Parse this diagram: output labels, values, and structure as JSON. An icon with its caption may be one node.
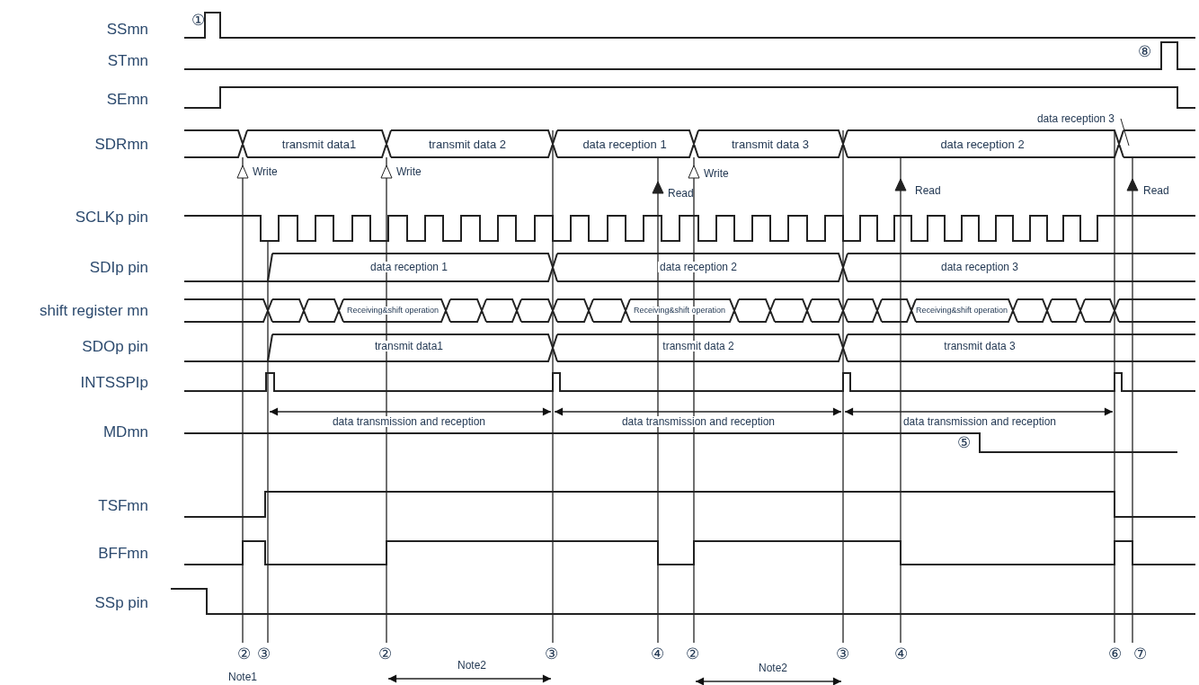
{
  "diagram": {
    "labels": [
      "SSmn",
      "①",
      "STmn",
      "⑧",
      "SEmn",
      "data reception 3",
      "SDRmn",
      "transmit data1",
      "transmit data 2",
      "data reception 1",
      "transmit data 3",
      "data reception 2",
      "Write",
      "Write",
      "Write",
      "Read",
      "Read",
      "Read",
      "SCLKp pin",
      "SDIp pin",
      "data reception 1",
      "data reception 2",
      "data reception 3",
      "shift register mn",
      "Receiving&shift operation",
      "Receiving&shift operation",
      "Receiving&shift operation",
      "SDOp pin",
      "transmit data1",
      "transmit data 2",
      "transmit data 3",
      "INTSSPIp",
      "data transmission and reception",
      "data transmission and reception",
      "data transmission and reception",
      "MDmn",
      "⑤",
      "TSFmn",
      "BFFmn",
      "SSp pin",
      "②",
      "③",
      "②",
      "③",
      "④",
      "②",
      "③",
      "④",
      "⑥",
      "⑦",
      "Note1",
      "Note2",
      "Note2"
    ]
  }
}
